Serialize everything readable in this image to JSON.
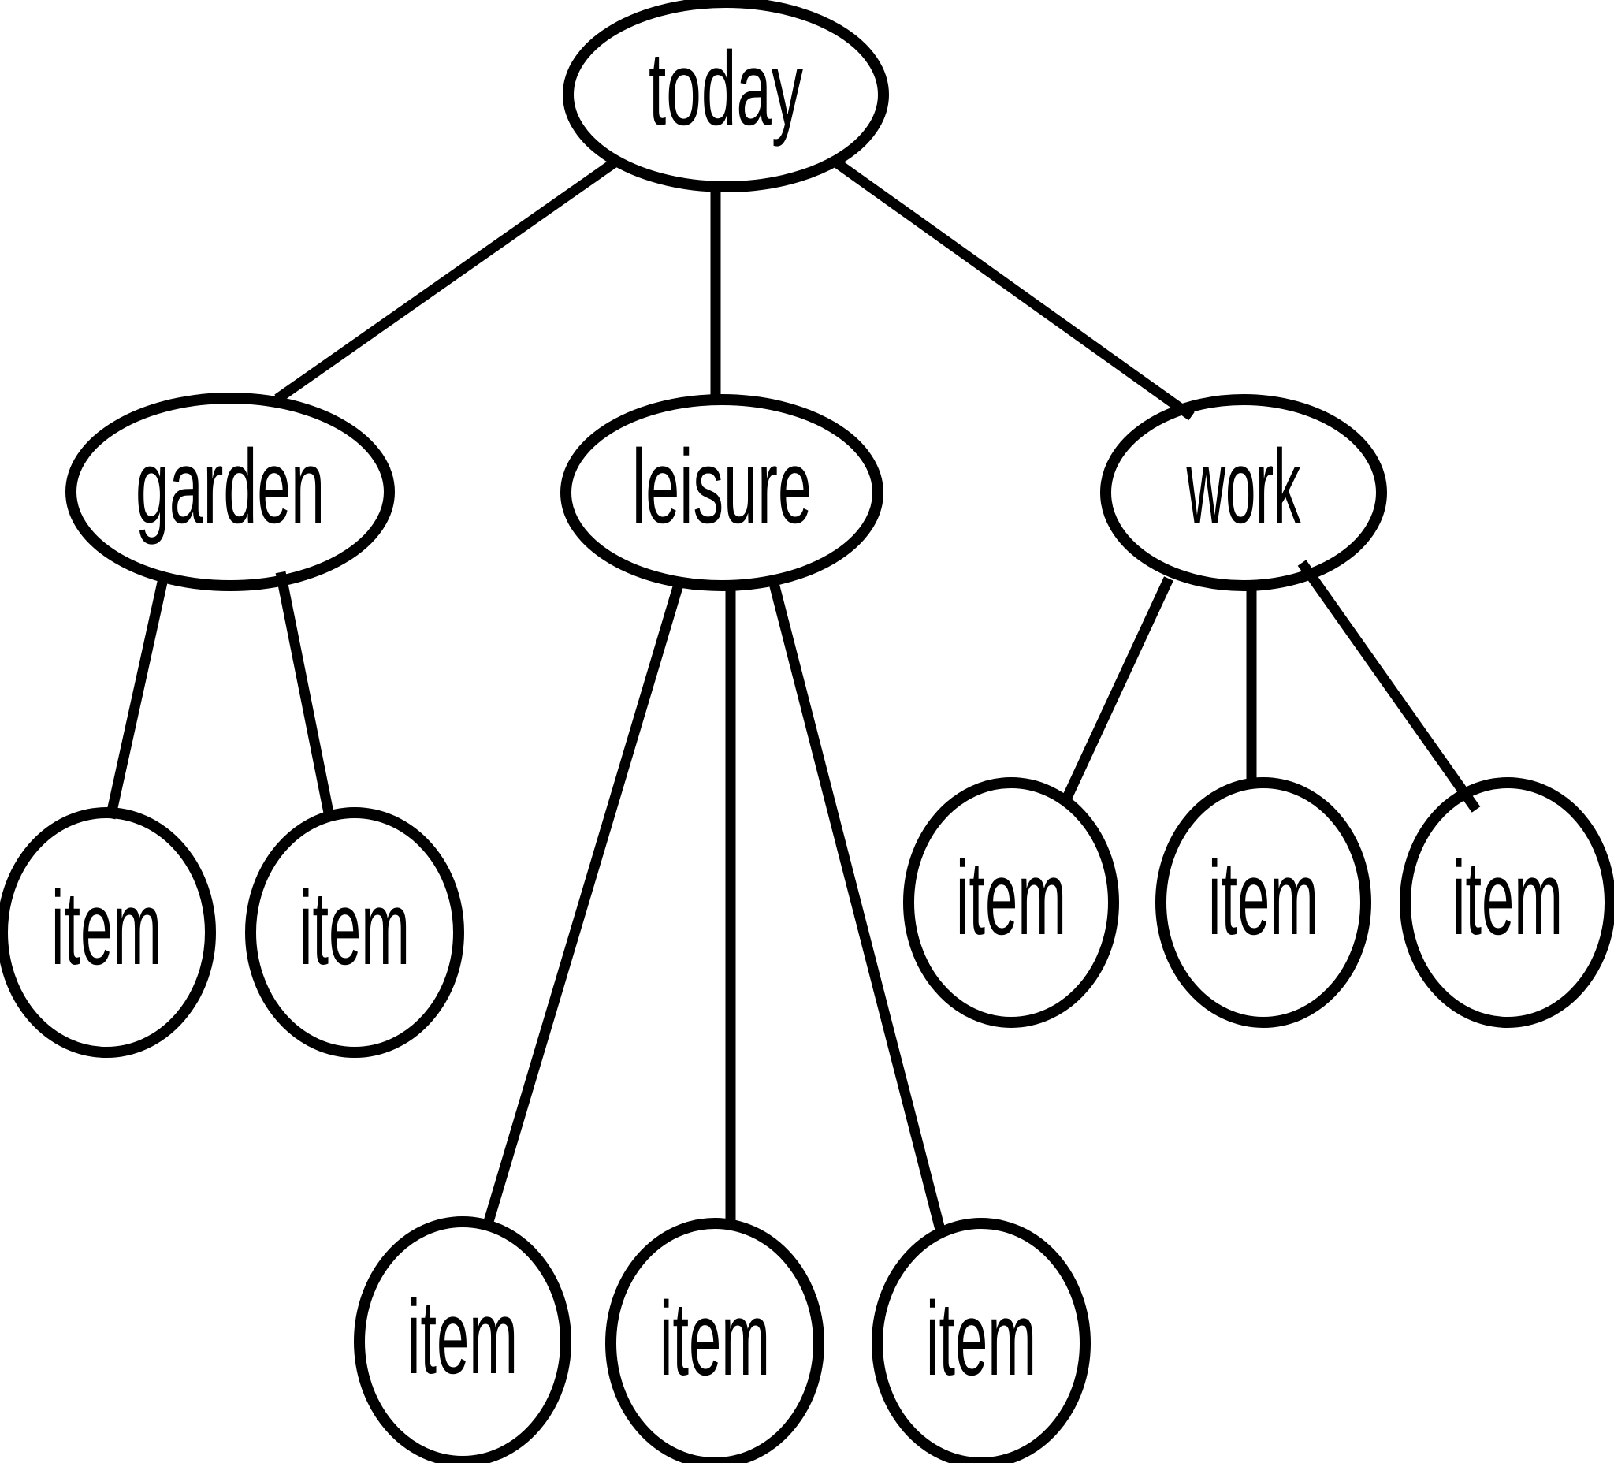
{
  "diagram": {
    "type": "tree",
    "background_color": "#ffffff",
    "stroke_color": "#000000",
    "node_fill_color": "#ffffff",
    "root": "today",
    "nodes": [
      {
        "id": "today",
        "label": "today",
        "parent": null
      },
      {
        "id": "garden",
        "label": "garden",
        "parent": "today"
      },
      {
        "id": "leisure",
        "label": "leisure",
        "parent": "today"
      },
      {
        "id": "work",
        "label": "work",
        "parent": "today"
      },
      {
        "id": "garden-item-1",
        "label": "item",
        "parent": "garden"
      },
      {
        "id": "garden-item-2",
        "label": "item",
        "parent": "garden"
      },
      {
        "id": "leisure-item-1",
        "label": "item",
        "parent": "leisure"
      },
      {
        "id": "leisure-item-2",
        "label": "item",
        "parent": "leisure"
      },
      {
        "id": "leisure-item-3",
        "label": "item",
        "parent": "leisure"
      },
      {
        "id": "work-item-1",
        "label": "item",
        "parent": "work"
      },
      {
        "id": "work-item-2",
        "label": "item",
        "parent": "work"
      },
      {
        "id": "work-item-3",
        "label": "item",
        "parent": "work"
      }
    ]
  }
}
